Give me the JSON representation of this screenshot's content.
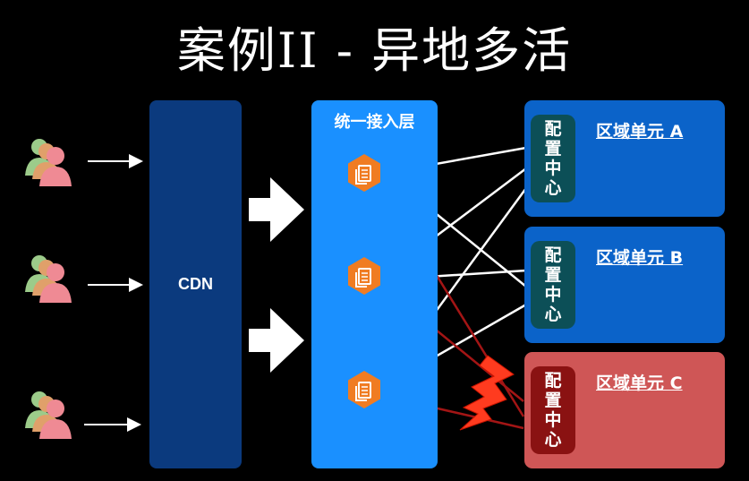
{
  "title": "案例II - 异地多活",
  "cdn": {
    "label": "CDN"
  },
  "access_layer": {
    "label": "统一接入层"
  },
  "regions": [
    {
      "label": "区域单元 A",
      "config": "配置中心",
      "status_color": "#0b63c9"
    },
    {
      "label": "区域单元 B",
      "config": "配置中心",
      "status_color": "#0b63c9"
    },
    {
      "label": "区域单元 C",
      "config": "配置中心",
      "status_color": "#cf5656"
    }
  ],
  "icons": {
    "users": "user-group-icon",
    "node": "document-node-icon",
    "arrow": "right-arrow-icon",
    "failure": "lightning-bolt-icon"
  },
  "colors": {
    "background": "#000000",
    "cdn": "#0b3a7e",
    "access_layer": "#1a90ff",
    "region_ok": "#0b63c9",
    "region_failed": "#cf5656",
    "link_ok": "#ffffff",
    "link_failed": "#a31515",
    "node": "#f07c22"
  }
}
